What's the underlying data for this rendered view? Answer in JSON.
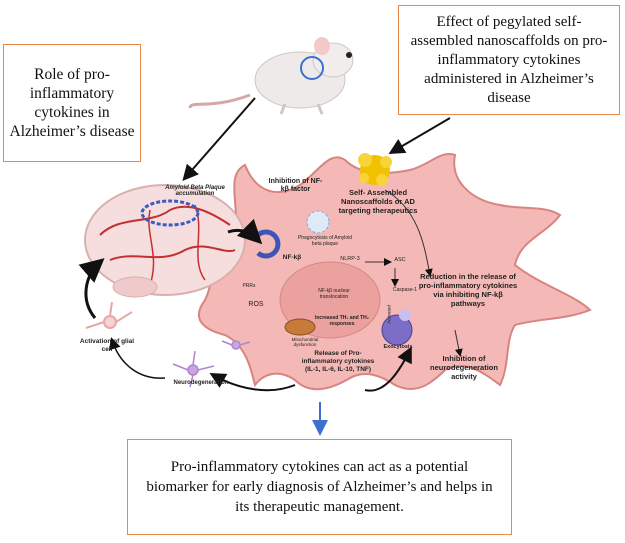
{
  "boxes": {
    "role": "Role of pro-inflammatory cytokines in Alzheimer’s disease",
    "effect": "Effect of pegylated self-assembled nanoscaffolds on pro-inflammatory cytokines administered in Alzheimer’s disease",
    "conclusion": "Pro-inflammatory cytokines can act as a potential biomarker for early diagnosis of Alzheimer’s and helps in its therapeutic management."
  },
  "labels": {
    "amyloid_plaque": "Amyloid Beta Plaque accumulation",
    "inhibition_nfkb": "Inhibition of NF-kβ factor",
    "nanoscaffolds": "Self- Assembled Nanoscaffolds or AD targeting therapeutics",
    "phagocytosis": "Phagocytosis of Amyloid beta plaque",
    "nfkb": "NF-kβ",
    "nlrp3": "NLRP-3",
    "asc": "ASC",
    "prrs": "PRRs",
    "nfkb_translocation": "NF-kβ nuclear translocation",
    "caspase": "Caspase-1",
    "activated": "Activated",
    "ros": "ROS",
    "th_responses": "Increased TH₁ and TH₂ responses",
    "mito": "Mitochondrial dysfunction",
    "release": "Release of Pro-inflammatory cytokines (IL-1, IL-6, IL-10, TNF)",
    "exocytosis": "Exocytosis",
    "reduction": "Reduction in the release of pro-inflammatory cytokines via inhibiting NF-kβ pathways",
    "inhibition_neuro": "Inhibition of neurodegeneration activity",
    "glial": "Activation of glial cell",
    "neurodegeneration": "Neurodegeneration"
  },
  "colors": {
    "box_border": "#e8894a",
    "cell_fill": "#f4b9b6",
    "cell_stroke": "#d88480",
    "down_arrow": "#3b6fd0"
  }
}
